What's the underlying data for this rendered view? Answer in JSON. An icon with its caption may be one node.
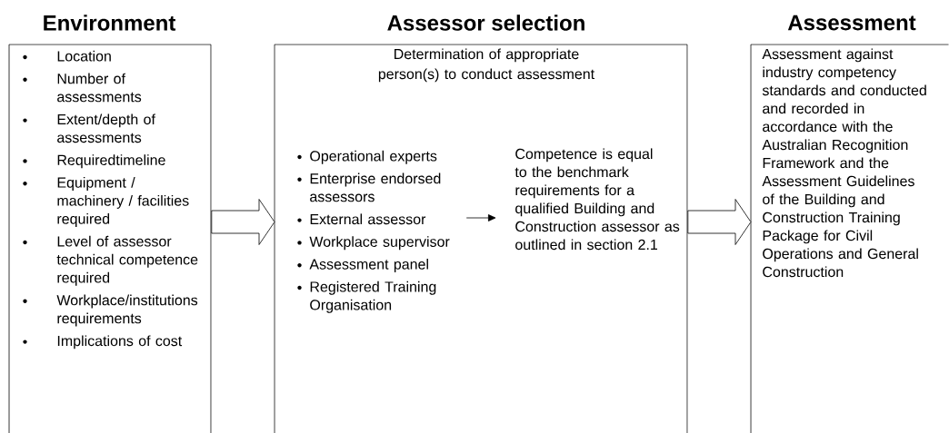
{
  "diagram": {
    "nodes": [
      {
        "text": [
          "Environment",
          "Location",
          "Number of assessments",
          "Extent/depth of assessments",
          "Requiredtimeline",
          "Equipment / machinery / facilities required",
          "Level of assessor technical competence required",
          "Workplace/institutions requirements",
          "Implications of cost"
        ]
      },
      {
        "text": [
          "Assessor selection",
          "Determination of appropriate person(s) to conduct assessment"
        ]
      },
      {
        "text": [
          "Operational experts",
          "Enterprise endorsed assessors",
          "External assessor",
          "Workplace supervisor",
          "Assessment panel",
          "Registered Training Organisation"
        ],
        "in": 1
      },
      {
        "text": [
          "Competence is equal to the benchmark requirements for a qualified Building and Construction assessor as outlined in section 2.1"
        ],
        "in": 1
      },
      {
        "text": [
          "Assessment",
          "Assessment against industry competency standards and conducted and recorded in accordance with the Australian Recognition Framework and the Assessment Guidelines of the Building and Construction Training Package for Civil Operations and General Construction"
        ]
      }
    ],
    "edges": [
      {
        "from": 0,
        "to": 1,
        "arrow": "to"
      },
      {
        "from": 2,
        "to": 3,
        "arrow": "to"
      },
      {
        "from": 1,
        "to": 4,
        "arrow": "to"
      }
    ]
  }
}
